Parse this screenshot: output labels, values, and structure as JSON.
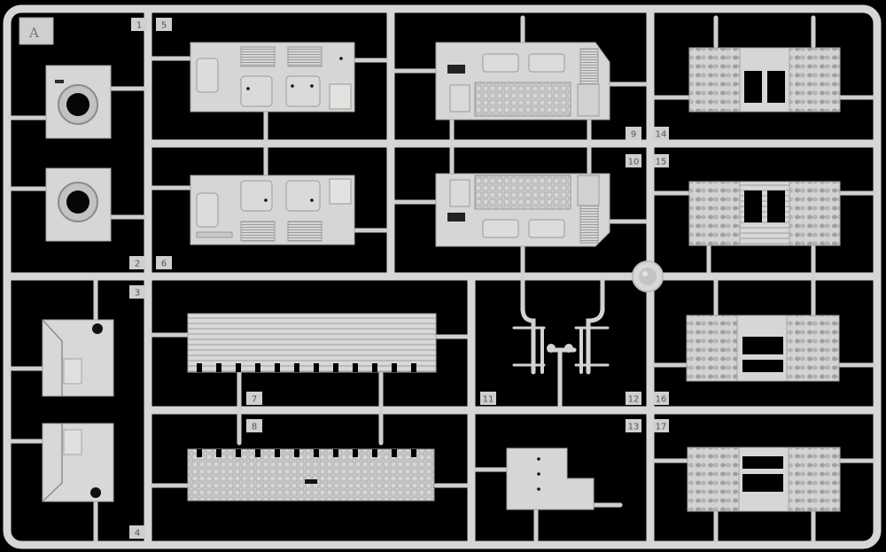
{
  "sprue": {
    "letter": "A",
    "part_numbers": [
      "1",
      "2",
      "3",
      "4",
      "5",
      "6",
      "7",
      "8",
      "9",
      "10",
      "11",
      "12",
      "13",
      "14",
      "15",
      "16",
      "17"
    ],
    "colors": {
      "background": "#000000",
      "plastic": "#d6d6d4",
      "plastic_shadow": "#9a9a98",
      "plastic_dark": "#6e6e6c",
      "tag_fill": "#cfcfcd"
    }
  }
}
